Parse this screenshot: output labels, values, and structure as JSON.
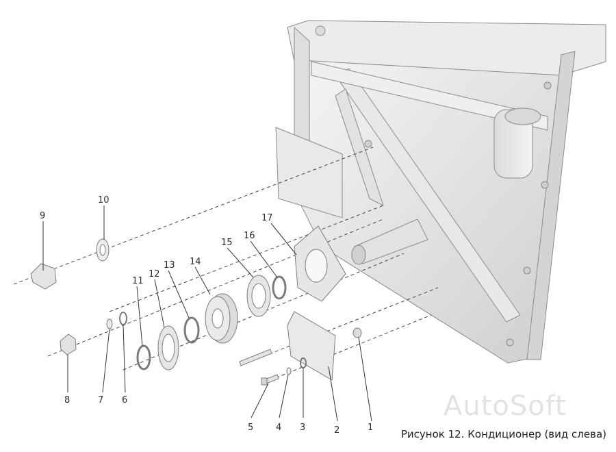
{
  "caption": "Рисунок 12. Кондиционер (вид слева)",
  "watermark": "AutoSoft",
  "callouts": [
    "1",
    "2",
    "3",
    "4",
    "5",
    "6",
    "7",
    "8",
    "9",
    "10",
    "11",
    "12",
    "13",
    "14",
    "15",
    "16",
    "17"
  ],
  "colors": {
    "line": "#333333",
    "part_fill": "#e6e6e6",
    "part_stroke": "#7a7a7a"
  }
}
